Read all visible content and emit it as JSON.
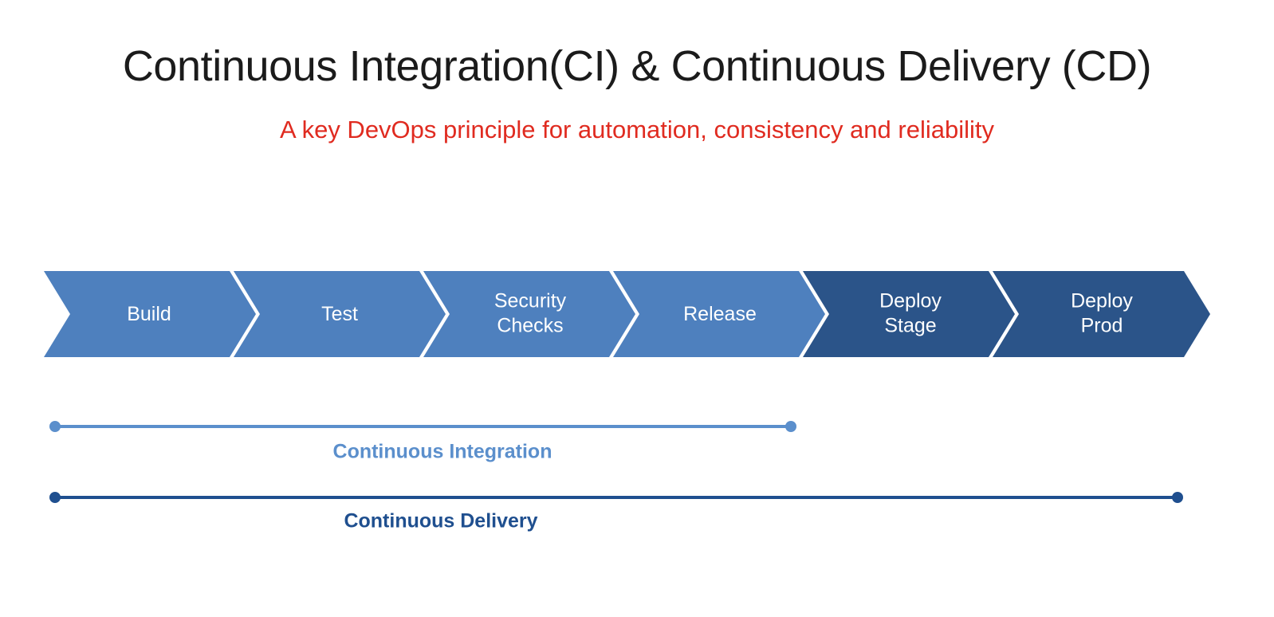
{
  "header": {
    "title": "Continuous Integration(CI) & Continuous Delivery (CD)",
    "subtitle": "A key DevOps principle for automation, consistency and reliability"
  },
  "colors": {
    "light_blue": "#4e80be",
    "dark_blue": "#2b5489",
    "subtitle_red": "#e02b20",
    "ci_label": "#5b8fcc",
    "cd_label": "#1f4f8f",
    "background": "#ffffff",
    "chevron_text": "#ffffff",
    "title_text": "#1b1b1b"
  },
  "pipeline": {
    "stages": [
      {
        "id": "build",
        "line1": "Build",
        "line2": "",
        "phase": "ci"
      },
      {
        "id": "test",
        "line1": "Test",
        "line2": "",
        "phase": "ci"
      },
      {
        "id": "security-checks",
        "line1": "Security",
        "line2": "Checks",
        "phase": "ci"
      },
      {
        "id": "release",
        "line1": "Release",
        "line2": "",
        "phase": "ci"
      },
      {
        "id": "deploy-stage",
        "line1": "Deploy",
        "line2": "Stage",
        "phase": "cd"
      },
      {
        "id": "deploy-prod",
        "line1": "Deploy",
        "line2": "Prod",
        "phase": "cd"
      }
    ]
  },
  "spans": [
    {
      "id": "continuous-integration",
      "label": "Continuous Integration",
      "covers": [
        "build",
        "test",
        "security-checks",
        "release"
      ]
    },
    {
      "id": "continuous-delivery",
      "label": "Continuous Delivery",
      "covers": [
        "build",
        "test",
        "security-checks",
        "release",
        "deploy-stage",
        "deploy-prod"
      ]
    }
  ]
}
